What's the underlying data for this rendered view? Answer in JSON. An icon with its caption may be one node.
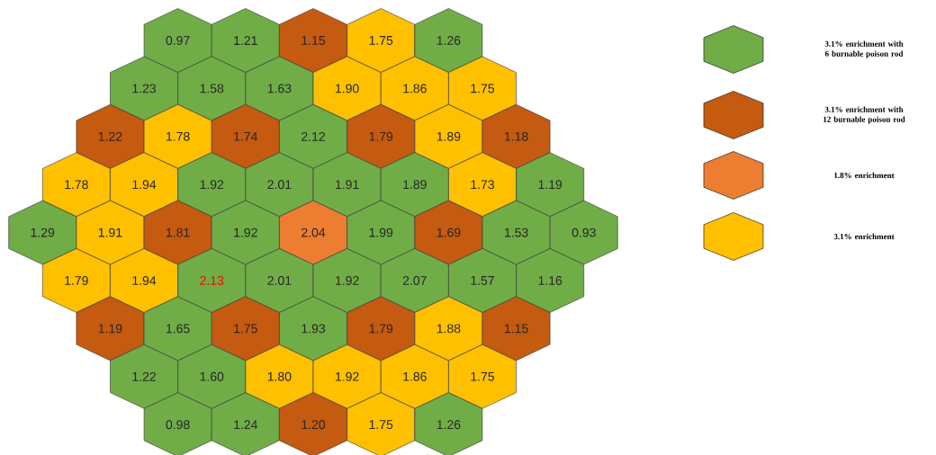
{
  "diagram": {
    "nodes": [
      {
        "text": [
          "0.97"
        ]
      },
      {
        "text": [
          "1.21"
        ]
      },
      {
        "text": [
          "1.15"
        ]
      },
      {
        "text": [
          "1.75"
        ]
      },
      {
        "text": [
          "1.26"
        ]
      },
      {
        "text": [
          "1.23"
        ]
      },
      {
        "text": [
          "1.58"
        ]
      },
      {
        "text": [
          "1.63"
        ]
      },
      {
        "text": [
          "1.90"
        ]
      },
      {
        "text": [
          "1.86"
        ]
      },
      {
        "text": [
          "1.75"
        ]
      },
      {
        "text": [
          "1.22"
        ]
      },
      {
        "text": [
          "1.78"
        ]
      },
      {
        "text": [
          "1.74"
        ]
      },
      {
        "text": [
          "2.12"
        ]
      },
      {
        "text": [
          "1.79"
        ]
      },
      {
        "text": [
          "1.89"
        ]
      },
      {
        "text": [
          "1.18"
        ]
      },
      {
        "text": [
          "1.78"
        ]
      },
      {
        "text": [
          "1.94"
        ]
      },
      {
        "text": [
          "1.92"
        ]
      },
      {
        "text": [
          "2.01"
        ]
      },
      {
        "text": [
          "1.91"
        ]
      },
      {
        "text": [
          "1.89"
        ]
      },
      {
        "text": [
          "1.73"
        ]
      },
      {
        "text": [
          "1.19"
        ]
      },
      {
        "text": [
          "1.29"
        ]
      },
      {
        "text": [
          "1.91"
        ]
      },
      {
        "text": [
          "1.81"
        ]
      },
      {
        "text": [
          "1.92"
        ]
      },
      {
        "text": [
          "2.04"
        ]
      },
      {
        "text": [
          "1.99"
        ]
      },
      {
        "text": [
          "1.69"
        ]
      },
      {
        "text": [
          "1.53"
        ]
      },
      {
        "text": [
          "0.93"
        ]
      },
      {
        "text": [
          "1.79"
        ]
      },
      {
        "text": [
          "1.94"
        ]
      },
      {
        "text": [
          "2.13"
        ]
      },
      {
        "text": [
          "2.01"
        ]
      },
      {
        "text": [
          "1.92"
        ]
      },
      {
        "text": [
          "2.07"
        ]
      },
      {
        "text": [
          "1.57"
        ]
      },
      {
        "text": [
          "1.16"
        ]
      },
      {
        "text": [
          "1.19"
        ]
      },
      {
        "text": [
          "1.65"
        ]
      },
      {
        "text": [
          "1.75"
        ]
      },
      {
        "text": [
          "1.93"
        ]
      },
      {
        "text": [
          "1.79"
        ]
      },
      {
        "text": [
          "1.88"
        ]
      },
      {
        "text": [
          "1.15"
        ]
      },
      {
        "text": [
          "1.22"
        ]
      },
      {
        "text": [
          "1.60"
        ]
      },
      {
        "text": [
          "1.80"
        ]
      },
      {
        "text": [
          "1.92"
        ]
      },
      {
        "text": [
          "1.86"
        ]
      },
      {
        "text": [
          "1.75"
        ]
      },
      {
        "text": [
          "0.98"
        ]
      },
      {
        "text": [
          "1.24"
        ]
      },
      {
        "text": [
          "1.20"
        ]
      },
      {
        "text": [
          "1.75"
        ]
      },
      {
        "text": [
          "1.26"
        ]
      }
    ],
    "legend": [
      {
        "text": "3.1% enrichment with 6 burnable poison rod",
        "color": "#70ad47"
      },
      {
        "text": "3.1% enrichment with 12 burnable poison rod",
        "color": "#c55a11"
      },
      {
        "text": "1.8% enrichment",
        "color": "#ed7d31"
      },
      {
        "text": "3.1% enrichment",
        "color": "#ffc000"
      }
    ]
  }
}
